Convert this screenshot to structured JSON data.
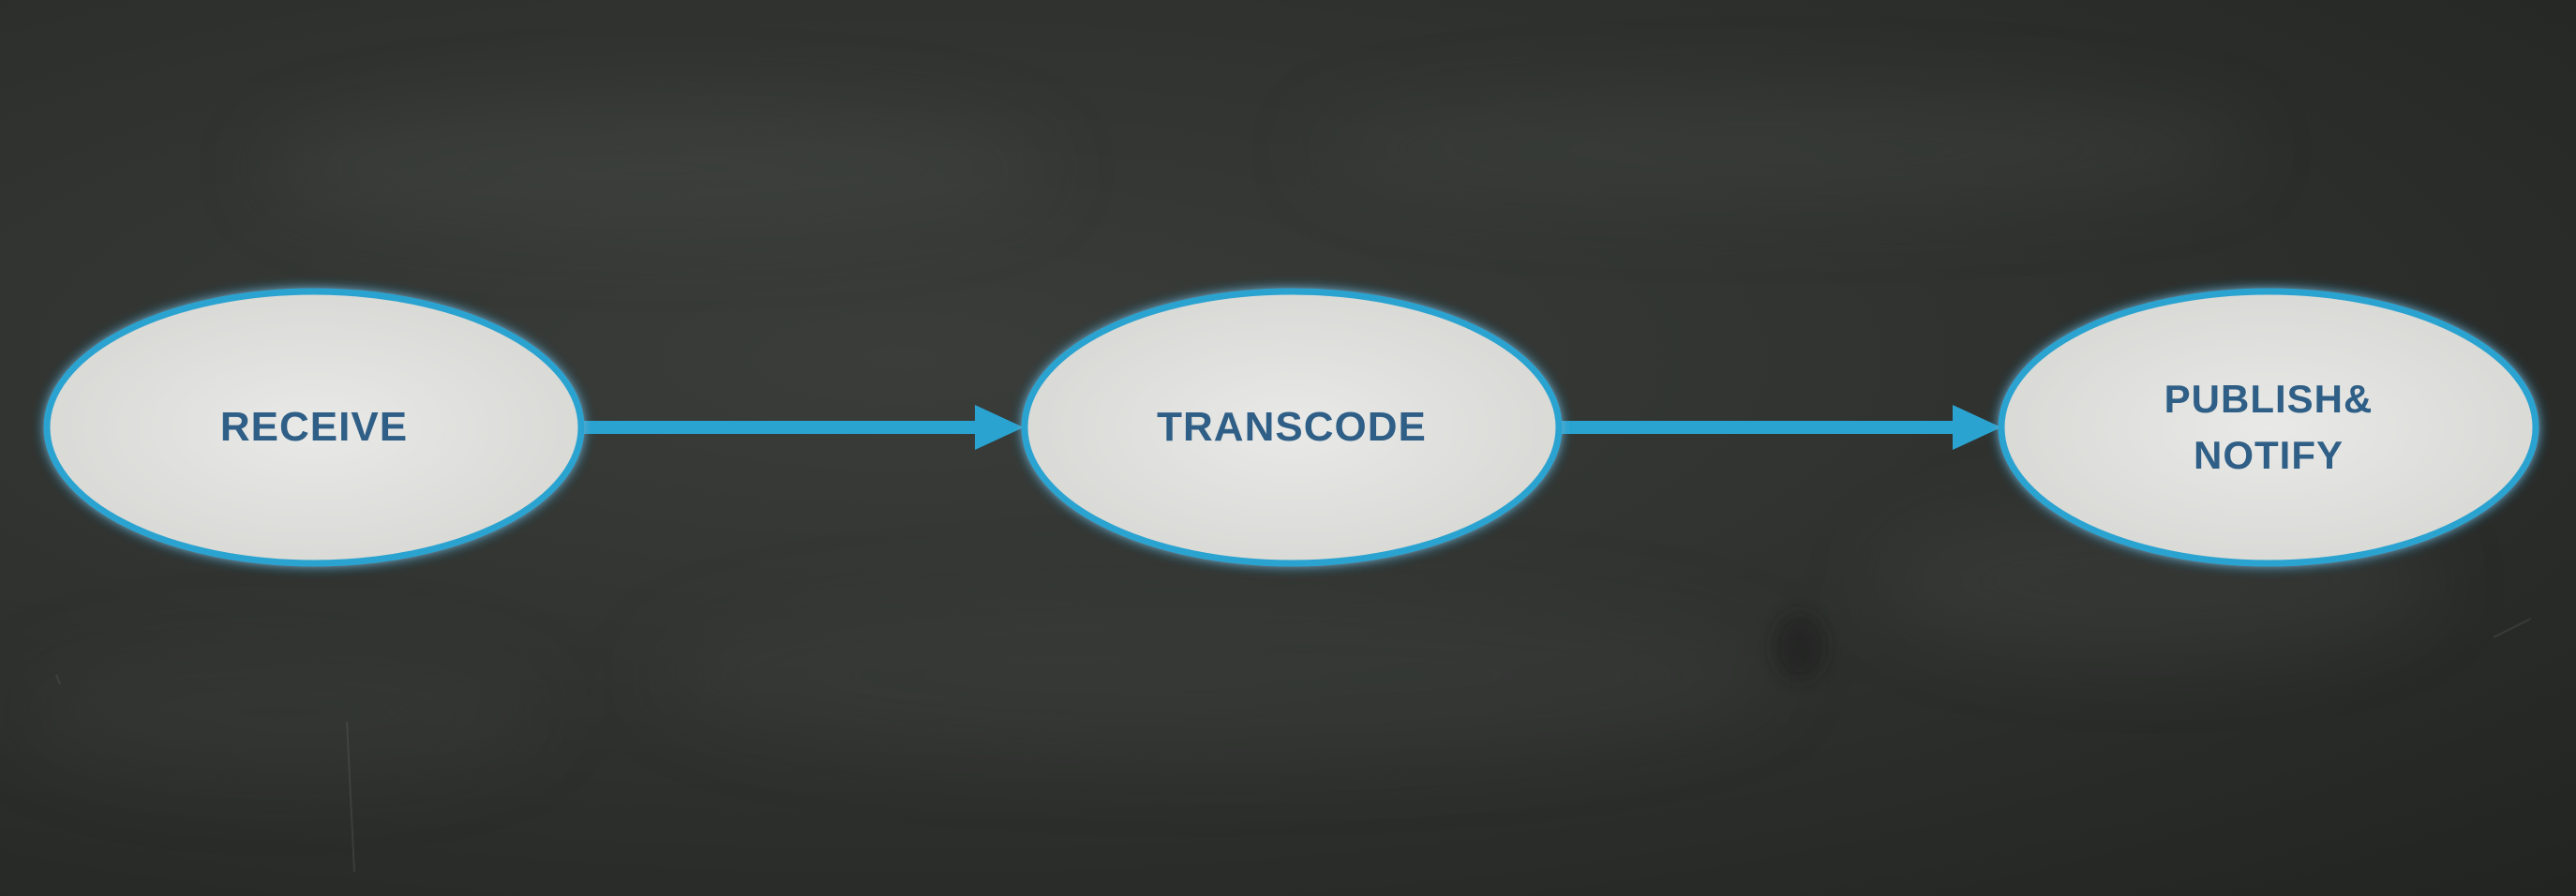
{
  "diagram": {
    "nodes": [
      {
        "id": "receive",
        "lines": [
          "RECEIVE"
        ]
      },
      {
        "id": "transcode",
        "lines": [
          "TRANSCODE"
        ]
      },
      {
        "id": "publish-notify",
        "lines": [
          "PUBLISH&",
          "NOTIFY"
        ]
      }
    ],
    "edges": [
      {
        "from": "receive",
        "to": "transcode"
      },
      {
        "from": "transcode",
        "to": "publish-notify"
      }
    ]
  },
  "colors": {
    "board": "#2b2d2b",
    "node_fill": "#e4e4e2",
    "node_stroke": "#2aa3d0",
    "arrow": "#2aa3d0",
    "label": "#2f5f86"
  }
}
